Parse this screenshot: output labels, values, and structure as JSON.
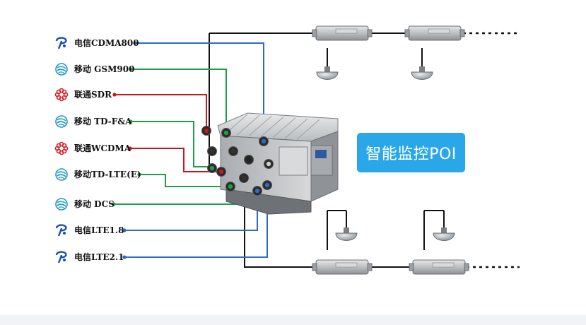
{
  "diagram": {
    "sources": [
      {
        "operator": "telecom",
        "logo": "china-telecom-icon",
        "label": "电信CDMA800",
        "wire_color": "#2c6cc4"
      },
      {
        "operator": "mobile",
        "logo": "china-mobile-icon",
        "label": "移动 GSM900",
        "wire_color": "#1e9e4a"
      },
      {
        "operator": "unicom",
        "logo": "china-unicom-icon",
        "label": "联通SDR",
        "wire_color": "#c8161d"
      },
      {
        "operator": "mobile",
        "logo": "china-mobile-icon",
        "label": "移动 TD-F&A",
        "wire_color": "#1e9e4a"
      },
      {
        "operator": "unicom",
        "logo": "china-unicom-icon",
        "label": "联通WCDMA",
        "wire_color": "#c8161d"
      },
      {
        "operator": "mobile",
        "logo": "china-mobile-icon",
        "label": "移动TD-LTE(E)",
        "wire_color": "#1e9e4a"
      },
      {
        "operator": "mobile",
        "logo": "china-mobile-icon",
        "label": "移动 DCS",
        "wire_color": "#1e9e4a"
      },
      {
        "operator": "telecom",
        "logo": "china-telecom-icon",
        "label": "电信LTE1.8",
        "wire_color": "#2c6cc4"
      },
      {
        "operator": "telecom",
        "logo": "china-telecom-icon",
        "label": "电信LTE2.1",
        "wire_color": "#2c6cc4"
      }
    ],
    "poi_label": "智能监控POI",
    "colors": {
      "telecom": "#1a4fb0",
      "mobile": "#2a8fd0",
      "unicom": "#d11f26",
      "poi_badge": "#2aa7e8",
      "feeder": "#111111"
    }
  }
}
